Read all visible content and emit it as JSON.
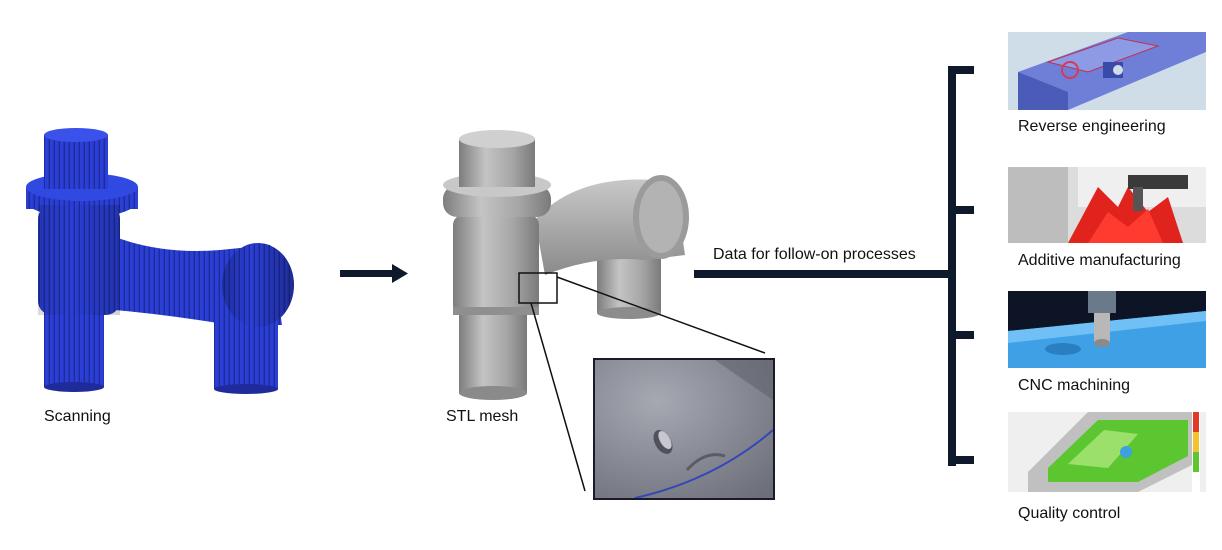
{
  "stages": {
    "scanning": "Scanning",
    "stl_mesh": "STL mesh",
    "data_label": "Data for follow-on processes"
  },
  "applications": [
    {
      "label": "Reverse engineering",
      "icon": "reverse-engineering-thumbnail"
    },
    {
      "label": "Additive manufacturing",
      "icon": "additive-manufacturing-thumbnail"
    },
    {
      "label": "CNC machining",
      "icon": "cnc-machining-thumbnail"
    },
    {
      "label": "Quality control",
      "icon": "quality-control-thumbnail"
    }
  ],
  "colors": {
    "scan_blue": "#2a3fd6",
    "mesh_gray": "#9c9c9c",
    "connector": "#0e1a2b",
    "cnc_blue": "#3fa0e6",
    "qc_green": "#5cc631"
  }
}
